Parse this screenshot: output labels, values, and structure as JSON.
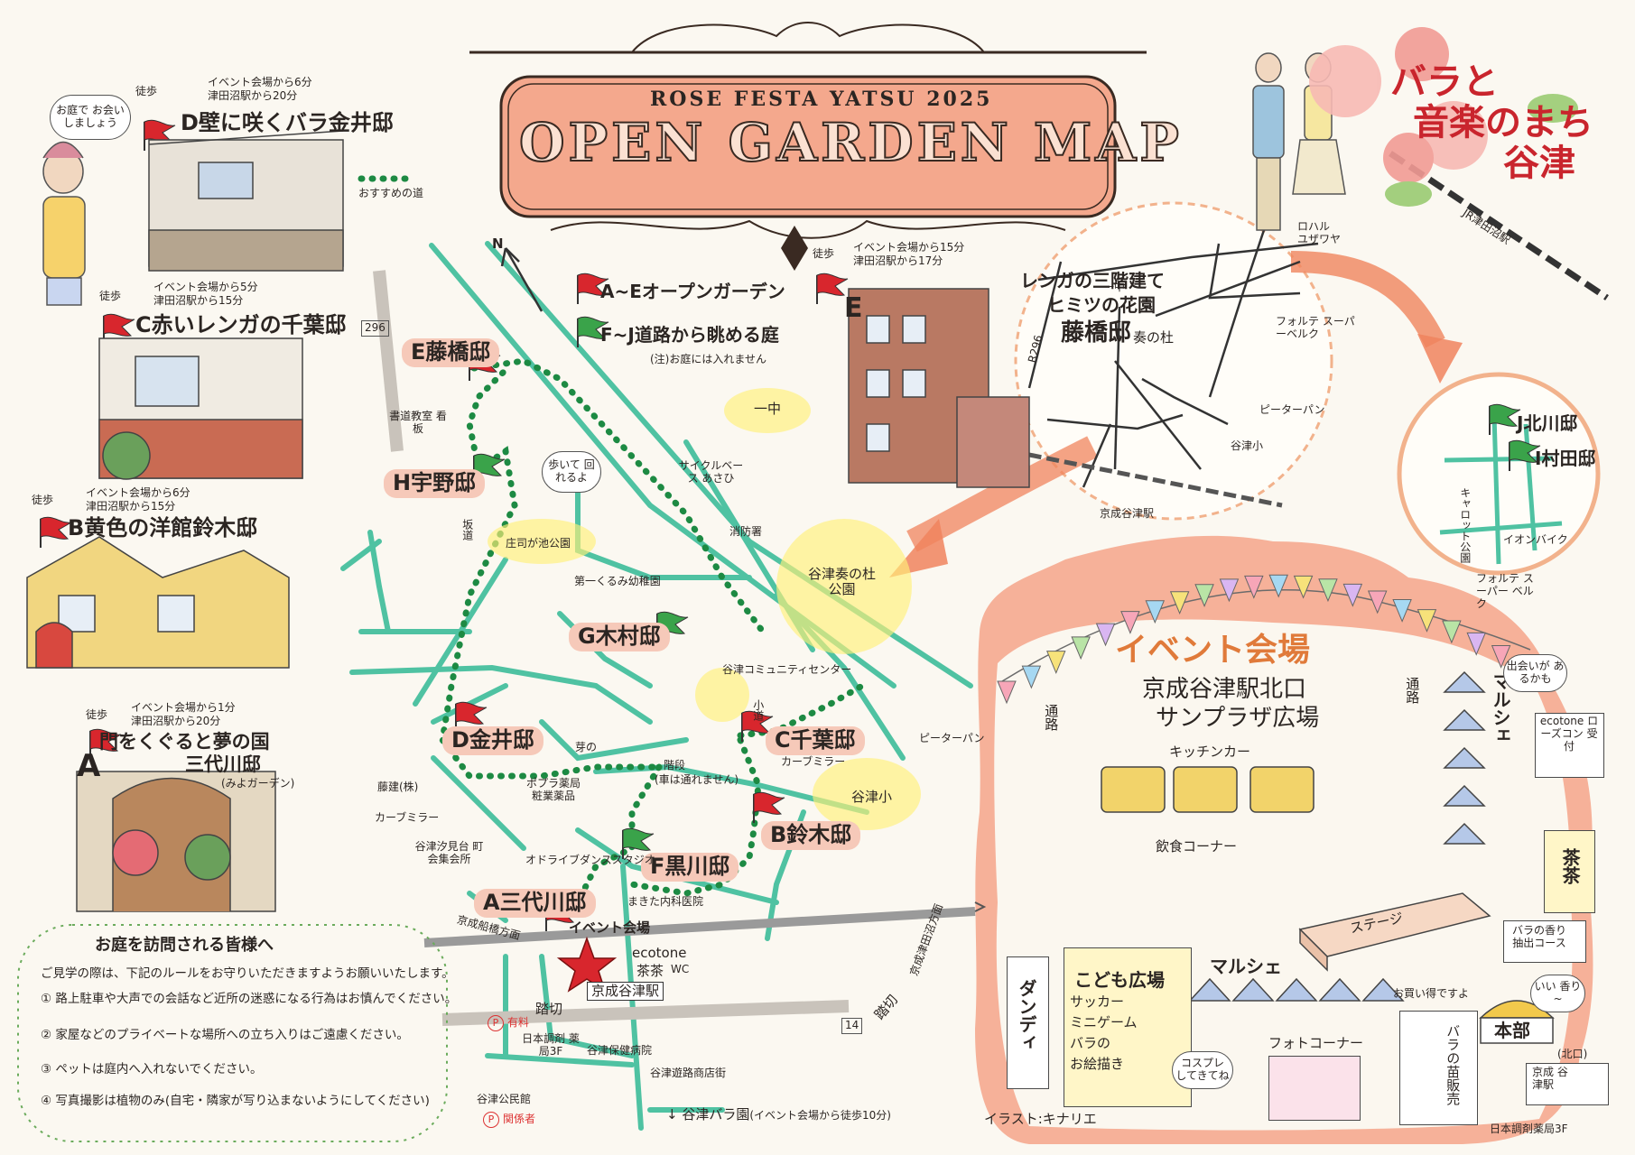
{
  "title": {
    "sub": "ROSE FESTA YATSU 2025",
    "main": "OPEN GARDEN MAP"
  },
  "slogan": {
    "line1": "バラと",
    "line2": "音楽のまち",
    "line3": "谷津"
  },
  "legend": {
    "recommended_path": "おすすめの道",
    "open_gardens": "A~Eオープンガーデン",
    "road_gardens": "F~J道路から眺める庭",
    "road_gardens_note": "(注)お庭には入れません"
  },
  "north_label": "N",
  "gardens_panel": [
    {
      "walk_prefix": "徒歩",
      "walk": "イベント会場から6分",
      "walk2": "津田沼駅から20分",
      "letter": "D",
      "name": "壁に咲くバラ金井邸"
    },
    {
      "walk_prefix": "徒歩",
      "walk": "イベント会場から5分",
      "walk2": "津田沼駅から15分",
      "letter": "C",
      "name": "赤いレンガの千葉邸"
    },
    {
      "walk_prefix": "徒歩",
      "walk": "イベント会場から6分",
      "walk2": "津田沼駅から15分",
      "letter": "B",
      "name": "黄色の洋館鈴木邸"
    },
    {
      "walk_prefix": "徒歩",
      "walk": "イベント会場から1分",
      "walk2": "津田沼駅から20分",
      "letter": "A",
      "name": "門をくぐると夢の国",
      "name2": "三代川邸",
      "name3": "(みよガーデン)"
    }
  ],
  "garden_e_panel": {
    "walk_prefix": "徒歩",
    "walk": "イベント会場から15分",
    "walk2": "津田沼駅から17分",
    "letter": "E",
    "desc1": "レンガの三階建て",
    "desc2": "ヒミツの花園",
    "desc3": "藤橋邸"
  },
  "speech_bubble": "お庭で お会い しましょう",
  "map_labels": {
    "e": "E藤橋邸",
    "h": "H宇野邸",
    "g": "G木村邸",
    "d": "D金井邸",
    "c": "C千葉邸",
    "b": "B鈴木邸",
    "f": "F黒川邸",
    "a": "A三代川邸",
    "road_296": "296",
    "road_14": "14",
    "shodo": "書道教室 看板",
    "zaka": "坂道",
    "shojigaike": "庄司が池公園",
    "walk_bubble": "歩いて 回れるよ",
    "cycle": "サイクルベース あさひ",
    "fire": "消防署",
    "yatsu_park": "谷津奏の杜 公園",
    "ichichu": "一中",
    "kurumi": "第一くるみ幼稚園",
    "community": "谷津コミュニティセンター",
    "komichi": "小道",
    "curve_mirror": "カーブミラー",
    "yatsusho": "谷津小",
    "peter_pan": "ピーターパン",
    "meno": "芽の",
    "stairs": "階段",
    "stairs_note": "(車は通れません)",
    "poplar": "ポプラ薬局 粧業薬品",
    "fujitate": "藤建(株)",
    "curve_mirror2": "カーブミラー",
    "jichikai": "谷津汐見台 町会集会所",
    "dance": "オドライブダンススタジオ",
    "makita": "まきた内科医院",
    "event_venue": "イベント会場",
    "ecotone": "ecotone",
    "chacha": "茶茶",
    "wc": "WC",
    "funabashi": "京成船橋方面",
    "tsudanuma": "京成津田沼方面",
    "station": "京成谷津駅",
    "fumikiri1": "踏切",
    "fumikiri2": "踏切",
    "paid_parking": "有料",
    "nihon_chozai": "日本調剤 薬局3F",
    "hoken": "谷津保健病院",
    "shotengai": "谷津遊路商店街",
    "kominkan": "谷津公民館",
    "kankeisha": "関係者",
    "rose_garden": "谷津バラ園",
    "rose_garden_note": "(イベント会場から徒歩10分)"
  },
  "area_map": {
    "jr_station": "JR津田沼駅",
    "r296": "R296",
    "ichichu": "一中",
    "kanade": "奏の杜",
    "rohaseu": "ロハル ユザワヤ",
    "forte": "フォルテ スーパーベルク",
    "peter_pan": "ピーターパン",
    "yatsusho": "谷津小",
    "keisei_yatsu": "京成谷津駅"
  },
  "zoom_map": {
    "j": "J北川邸",
    "i": "I村田邸",
    "park": "キャロット公園",
    "aeon": "イオンバイク",
    "forte": "フォルテ スーパー ベルク"
  },
  "event": {
    "title": "イベント会場",
    "sub1": "京成谷津駅北口",
    "sub2": "サンプラザ広場",
    "kitchen": "キッチンカー",
    "food": "飲食コーナー",
    "stage": "ステージ",
    "marche1": "マルシェ",
    "marche2": "マルシェ",
    "path1": "通路",
    "path2": "通路",
    "kids": "こども広場",
    "kids1": "サッカー",
    "kids2": "ミニゲーム",
    "kids3": "バラの",
    "kids4": "お絵描き",
    "dandy": "ダンディ",
    "photo": "フォトコーナー",
    "cosplay": "コスプレ してきてね",
    "ecotone_box": "ecotone ローズコン 受付",
    "meet": "出会いが あるかも",
    "chacha": "茶茶",
    "rose_scent": "バラの香り 抽出コース",
    "nice_scent": "いい 香り~",
    "honbu": "本部",
    "otoku": "お買い得ですよ",
    "seedling": "バラの苗販売",
    "north_exit": "(北口)",
    "station_box": "京成 谷津駅",
    "pharmacy": "日本調剤薬局3F",
    "illust": "イラスト:キナリエ"
  },
  "rules": {
    "title": "お庭を訪問される皆様へ",
    "intro": "ご見学の際は、下記のルールをお守りいただきますようお願いいたします。",
    "items": [
      "路上駐車や大声での会話など近所の迷惑になる行為はお慎んでください。",
      "家屋などのプライベートな場所への立ち入りはご遠慮ください。",
      "ペットは庭内へ入れないでください。",
      "写真撮影は植物のみ(自宅・隣家が写り込まないようにしてください)"
    ]
  },
  "colors": {
    "road": "#4fc2a2",
    "flag_red": "#d8262d",
    "flag_green": "#3aa34a",
    "event_bg": "#f6a58a",
    "title_plate": "#f4a88d"
  }
}
